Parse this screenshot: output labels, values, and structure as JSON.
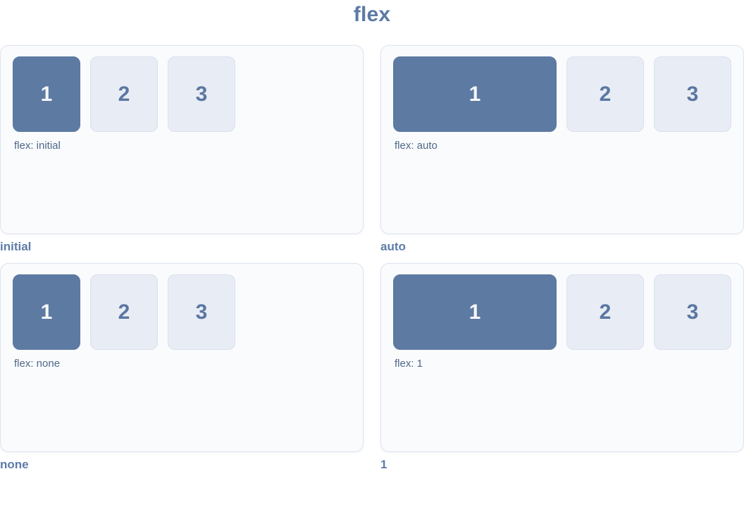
{
  "page": {
    "title": "flex"
  },
  "box_labels": [
    "1",
    "2",
    "3"
  ],
  "panels": [
    {
      "inner_label": "flex: initial",
      "caption": "initial"
    },
    {
      "inner_label": "flex: auto",
      "caption": "auto"
    },
    {
      "inner_label": "flex: none",
      "caption": "none"
    },
    {
      "inner_label": "flex: 1",
      "caption": "1"
    }
  ],
  "colors": {
    "page_bg": "#ffffff",
    "panel_bg": "#fafbfd",
    "panel_border": "#dde3ee",
    "dark_box": "#5d7aa2",
    "light_box_bg": "#e8ecf4",
    "light_box_border": "#dae1ed",
    "title_text": "#5b7aa5",
    "caption_text": "#5e7ca8",
    "inner_label_text": "#4e6888",
    "num_light": "#5a77a2",
    "num_on_dark": "#f5f7fa"
  }
}
